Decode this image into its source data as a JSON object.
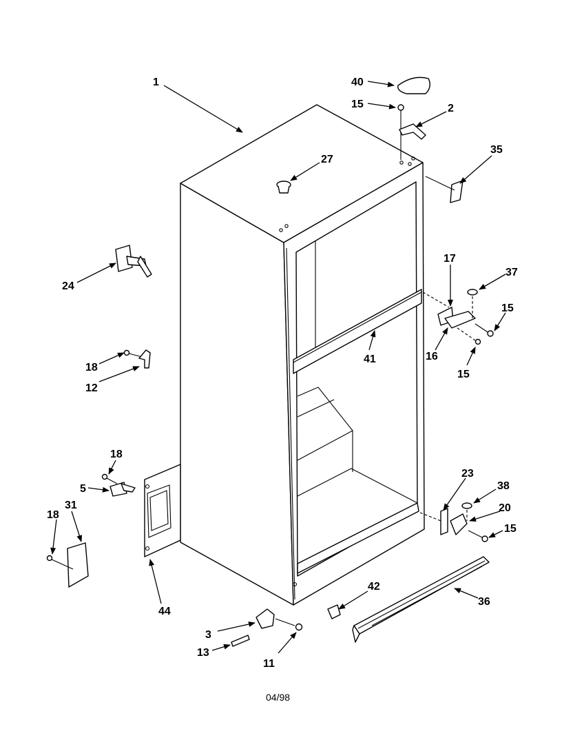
{
  "callouts": {
    "c1": "1",
    "c2": "2",
    "c3": "3",
    "c5": "5",
    "c11": "11",
    "c12": "12",
    "c13": "13",
    "c15a": "15",
    "c15b": "15",
    "c15c": "15",
    "c15d": "15",
    "c16": "16",
    "c17": "17",
    "c18a": "18",
    "c18b": "18",
    "c18c": "18",
    "c20": "20",
    "c23": "23",
    "c24": "24",
    "c27": "27",
    "c31": "31",
    "c35": "35",
    "c36": "36",
    "c37": "37",
    "c38": "38",
    "c40": "40",
    "c41": "41",
    "c42": "42",
    "c44": "44"
  },
  "footer": {
    "date": "04/98"
  }
}
